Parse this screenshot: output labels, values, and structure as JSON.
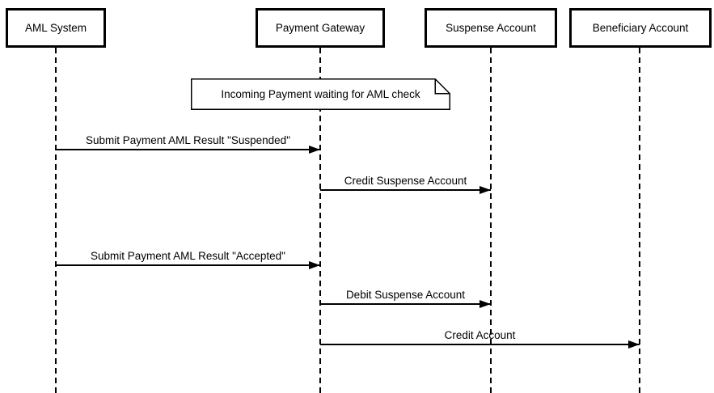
{
  "diagram": {
    "type": "uml-sequence-diagram",
    "colors": {
      "line": "#000000",
      "background": "#ffffff",
      "text": "#000000"
    },
    "actors": [
      {
        "label": "AML System"
      },
      {
        "label": "Payment Gateway"
      },
      {
        "label": "Suspense Account"
      },
      {
        "label": "Beneficiary Account"
      }
    ],
    "note": {
      "label": "Incoming Payment waiting for AML check",
      "attached_to": "Payment Gateway"
    },
    "messages": [
      {
        "label": "Submit Payment AML Result \"Suspended\"",
        "from": "AML System",
        "to": "Payment Gateway"
      },
      {
        "label": "Credit Suspense Account",
        "from": "Payment Gateway",
        "to": "Suspense Account"
      },
      {
        "label": "Submit Payment AML Result \"Accepted\"",
        "from": "AML System",
        "to": "Payment Gateway"
      },
      {
        "label": "Debit Suspense Account",
        "from": "Payment Gateway",
        "to": "Suspense Account"
      },
      {
        "label": "Credit Account",
        "from": "Payment Gateway",
        "to": "Beneficiary Account"
      }
    ]
  }
}
